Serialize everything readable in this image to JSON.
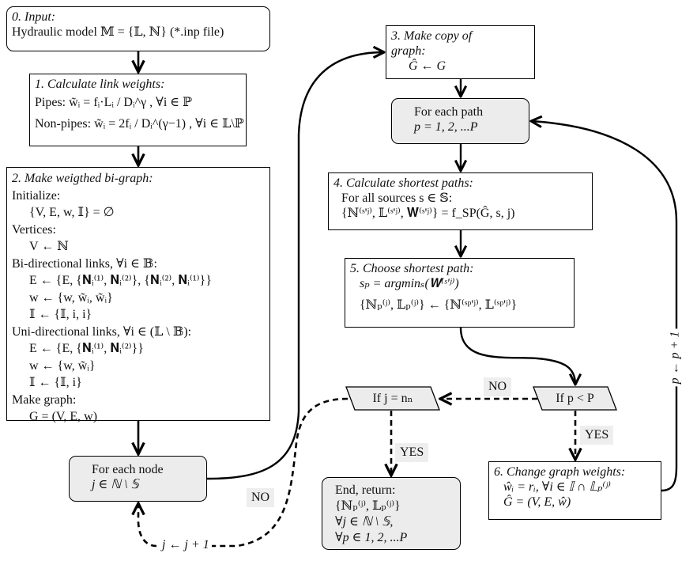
{
  "diagram": {
    "box0": {
      "title": "0. Input:",
      "line1": "Hydraulic model 𝕄 = {𝕃, ℕ} (*.inp file)"
    },
    "box1": {
      "title": "1. Calculate link weights:",
      "pipes": "Pipes: w̃ᵢ = fᵢ·Lᵢ / Dᵢ^γ , ∀i ∈ ℙ",
      "nonpipes": "Non-pipes: w̃ᵢ = 2fᵢ / Dᵢ^(γ−1) , ∀i ∈ 𝕃\\ℙ"
    },
    "box2": {
      "title": "2. Make weigthed bi-graph:",
      "lines": [
        {
          "text": "Initialize:",
          "indent": false
        },
        {
          "text": "{V, E, w, 𝕀} = ∅",
          "indent": true
        },
        {
          "text": "Vertices:",
          "indent": false
        },
        {
          "text": "V ← ℕ",
          "indent": true
        },
        {
          "text": "Bi-directional links, ∀i ∈ 𝔹:",
          "indent": false
        },
        {
          "text": "E ← {E, {𝐍ᵢ⁽¹⁾, 𝐍ᵢ⁽²⁾}, {𝐍ᵢ⁽²⁾, 𝐍ᵢ⁽¹⁾}}",
          "indent": true
        },
        {
          "text": "w ← {w, w̃ᵢ, w̃ᵢ}",
          "indent": true
        },
        {
          "text": "𝕀 ← {𝕀, i, i}",
          "indent": true
        },
        {
          "text": "Uni-directional links, ∀i ∈ (𝕃 \\ 𝔹):",
          "indent": false
        },
        {
          "text": "E ← {E, {𝐍ᵢ⁽¹⁾, 𝐍ᵢ⁽²⁾}}",
          "indent": true
        },
        {
          "text": "w ← {w, w̃ᵢ}",
          "indent": true
        },
        {
          "text": "𝕀 ← {𝕀, i}",
          "indent": true
        },
        {
          "text": "Make graph:",
          "indent": false
        },
        {
          "text": "G = (V, E, w)",
          "indent": true
        }
      ]
    },
    "node_loop": {
      "line1": "For each node",
      "line2": "j ∈ ℕ \\ 𝕊"
    },
    "box3": {
      "title1": "3. Make copy of",
      "title2": "graph:",
      "line1": "Ĝ ← G"
    },
    "path_loop": {
      "line1": "For each path",
      "line2": "p = 1, 2, ...P"
    },
    "box4": {
      "title": "4. Calculate shortest paths:",
      "line1": "For all sources s ∈ 𝕊:",
      "line2": "{ℕ⁽ˢ'ʲ⁾, 𝕃⁽ˢ'ʲ⁾, 𝐖⁽ˢ'ʲ⁾} = f_SP(Ĝ, s, j)"
    },
    "box5": {
      "title": "5. Choose shortest path:",
      "line1": "sₚ = argminₛ(𝐖⁽ˢ'ʲ⁾)",
      "line2": "{ℕₚ⁽ʲ⁾, 𝕃ₚ⁽ʲ⁾} ← {ℕ⁽ˢᵖ'ʲ⁾, 𝕃⁽ˢᵖ'ʲ⁾}"
    },
    "decision_p": "If p < P",
    "decision_j": "If j = nₙ",
    "end_box": {
      "line1": "End, return:",
      "line2": "{ℕₚ⁽ʲ⁾, 𝕃ₚ⁽ʲ⁾}",
      "line3": "∀j ∈ ℕ \\ 𝕊,",
      "line4": "∀p ∈ 1, 2, ...P"
    },
    "box6": {
      "title": "6. Change graph weights:",
      "line1": "ŵᵢ = rᵢ, ∀i ∈ 𝕀 ∩ 𝕃ₚ⁽ʲ⁾",
      "line2": "Ĝ = (V, E, ŵ)"
    },
    "labels": {
      "no_p": "NO",
      "yes_p": "YES",
      "yes_j": "YES",
      "no_j": "NO",
      "p_increment": "p ← p + 1",
      "j_increment": "j ← j + 1"
    },
    "colors": {
      "loop_fill": "#ececec",
      "label_fill": "#eeeeee",
      "stroke": "#000000"
    }
  }
}
